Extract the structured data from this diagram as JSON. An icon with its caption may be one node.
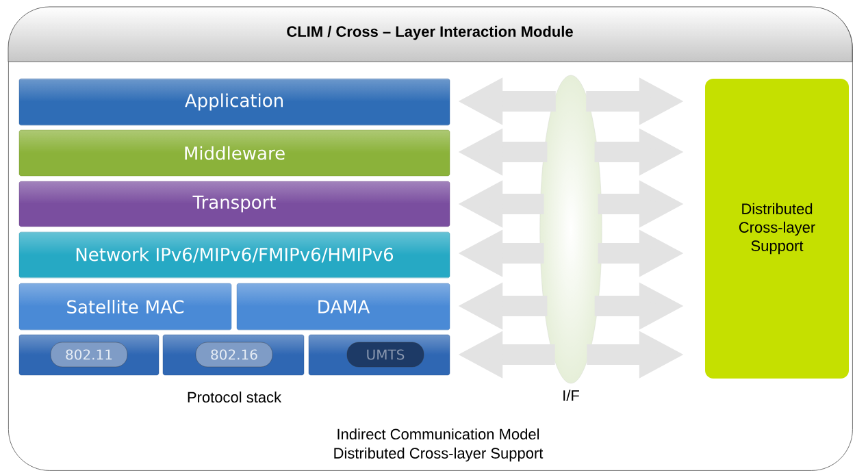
{
  "diagram": {
    "nodes": [
      {
        "text": [
          "CLIM / Cross – Layer Interaction Module"
        ]
      },
      {
        "text": [
          "Application"
        ],
        "in": 0
      },
      {
        "text": [
          "Middleware"
        ],
        "in": 0
      },
      {
        "text": [
          "Transport"
        ],
        "in": 0
      },
      {
        "text": [
          "Network IPv6/MIPv6/FMIPv6/HMIPv6"
        ],
        "in": 0
      },
      {
        "text": [
          "Satellite MAC"
        ],
        "in": 0
      },
      {
        "text": [
          "DAMA"
        ],
        "in": 0
      },
      {
        "text": [],
        "shape": "box",
        "in": 0
      },
      {
        "text": [
          "802.11"
        ],
        "in": 7
      },
      {
        "text": [],
        "shape": "box",
        "in": 0
      },
      {
        "text": [
          "802.16"
        ],
        "in": 9
      },
      {
        "text": [],
        "shape": "box",
        "in": 0
      },
      {
        "text": [
          "UMTS"
        ],
        "in": 11
      },
      {
        "text": [],
        "shape": "ellipse",
        "in": 0,
        "beside": [
          "I/F"
        ]
      },
      {
        "text": [
          "Distributed Cross-layer Support"
        ],
        "in": 0
      }
    ],
    "edges": [
      {
        "from": 13,
        "to": 1,
        "arrow": "to"
      },
      {
        "from": 13,
        "to": 14,
        "arrow": "to"
      },
      {
        "from": 13,
        "to": 2,
        "arrow": "to"
      },
      {
        "from": 13,
        "to": 14,
        "arrow": "to"
      },
      {
        "from": 13,
        "to": 3,
        "arrow": "to"
      },
      {
        "from": 13,
        "to": 14,
        "arrow": "to"
      },
      {
        "from": 13,
        "to": 4,
        "arrow": "to"
      },
      {
        "from": 13,
        "to": 14,
        "arrow": "to"
      },
      {
        "from": 13,
        "to": 6,
        "arrow": "to"
      },
      {
        "from": 13,
        "to": 14,
        "arrow": "to"
      },
      {
        "from": 13,
        "to": 11,
        "arrow": "to"
      },
      {
        "from": 13,
        "to": 14,
        "arrow": "to"
      }
    ],
    "labels": [
      "Protocol stack",
      "Indirect Communication Model",
      "Distributed Cross-layer Support"
    ]
  }
}
